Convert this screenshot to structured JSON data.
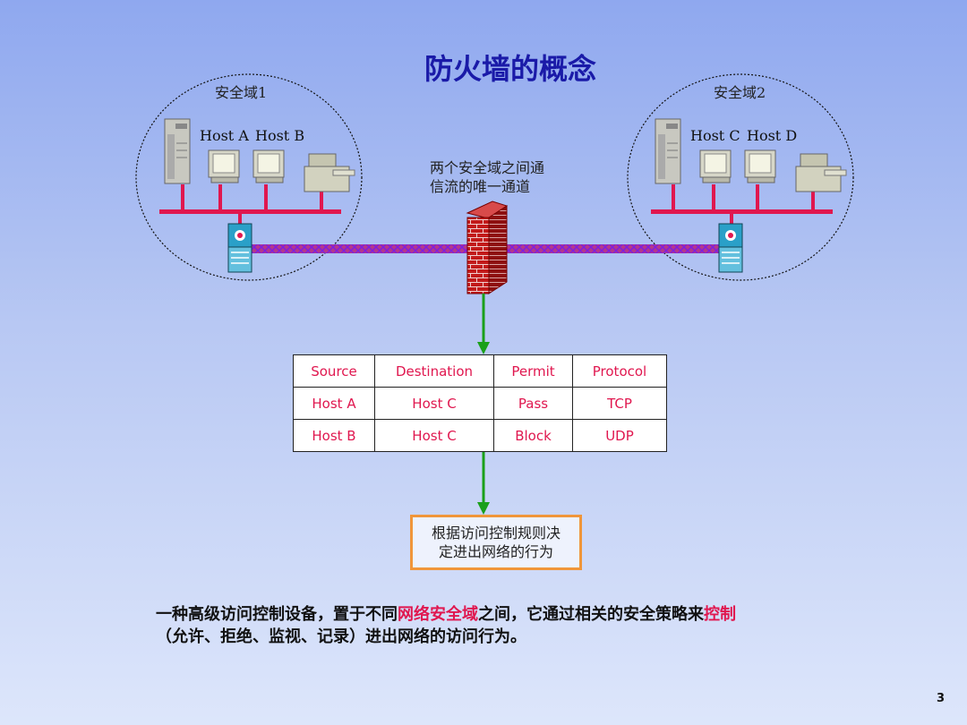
{
  "title": "防火墙的概念",
  "zones": [
    {
      "label": "安全域1",
      "hosts": [
        "Host A",
        "Host B"
      ]
    },
    {
      "label": "安全域2",
      "hosts": [
        "Host C",
        "Host D"
      ]
    }
  ],
  "firewall_note_line1": "两个安全域之间通",
  "firewall_note_line2": "信流的唯一通道",
  "rules_table": {
    "headers": [
      "Source",
      "Destination",
      "Permit",
      "Protocol"
    ],
    "rows": [
      [
        "Host A",
        "Host C",
        "Pass",
        "TCP"
      ],
      [
        "Host B",
        "Host C",
        "Block",
        "UDP"
      ]
    ]
  },
  "decision_line1": "根据访问控制规则决",
  "decision_line2": "定进出网络的行为",
  "summary": {
    "part1": "一种高级访问控制设备，置于不同",
    "part2_red": "网络安全域",
    "part3": "之间，它通过相关的安全策略来",
    "part4_red": "控制",
    "line2": "（允许、拒绝、监视、记录）进出网络的访问行为。"
  },
  "page_number": "3",
  "colors": {
    "title": "#1a1aa8",
    "accent_red": "#e0174f",
    "arrow_green": "#1aa01a",
    "decision_border": "#f0963a",
    "lan_red": "#e0174f"
  }
}
